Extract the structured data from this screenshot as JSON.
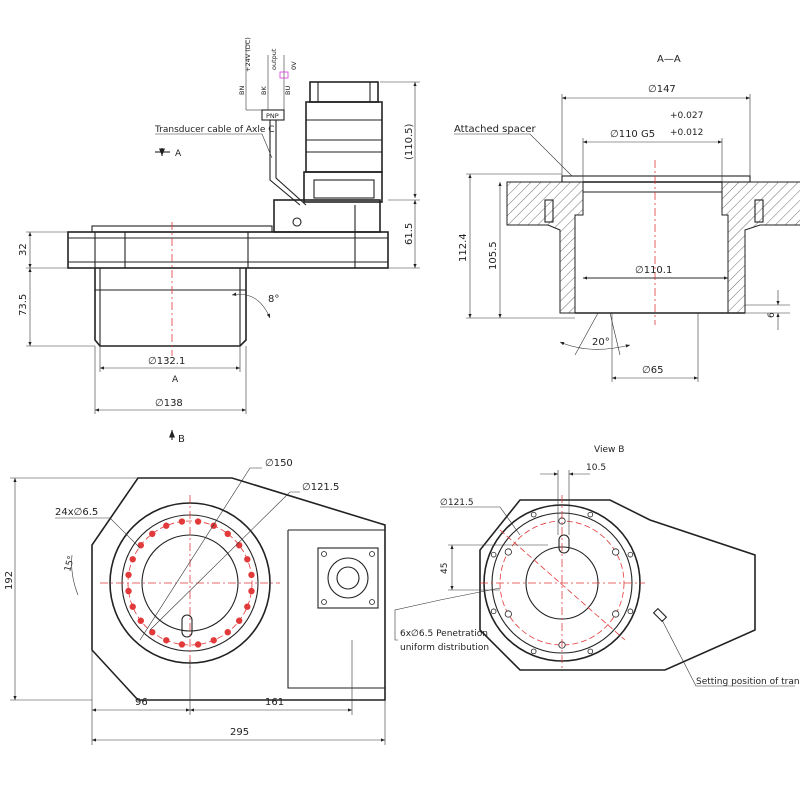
{
  "side_view": {
    "cable_label": "Transducer cable of Axle C",
    "section_mark_top": "A",
    "section_mark_bottom": "A",
    "wire_voltage": "+24V (DC)",
    "wire_output": "output",
    "wire_0v": "0V",
    "wire_bn": "BN",
    "wire_bk": "BK",
    "wire_bu": "BU",
    "pnp": "PNP",
    "dim_110_5": "(110.5)",
    "dim_61_5": "61.5",
    "dim_32": "32",
    "dim_73_5": "73.5",
    "dim_132_1": "∅132.1",
    "dim_138": "∅138",
    "angle_8": "8°"
  },
  "section_view": {
    "title": "A—A",
    "attached_spacer": "Attached spacer",
    "dim_147": "∅147",
    "dim_110_g5": "∅110 G5",
    "tol_upper": "+0.027",
    "tol_lower": "+0.012",
    "dim_112_4": "112.4",
    "dim_105_5": "105.5",
    "dim_110_1": "∅110.1",
    "dim_6": "6",
    "angle_20": "20°",
    "dim_65": "∅65"
  },
  "plan_view": {
    "view_arrow": "B",
    "dim_150": "∅150",
    "dim_121_5": "∅121.5",
    "holes": "24x∅6.5",
    "angle_15": "15°",
    "dim_192": "192",
    "dim_96": "96",
    "dim_161": "161",
    "dim_295": "295"
  },
  "view_b": {
    "title": "View B",
    "dim_10_5": "10.5",
    "dim_121_5": "∅121.5",
    "dim_45": "45",
    "holes_line1": "6x∅6.5 Penetration",
    "holes_line2": "uniform distribution",
    "transducer_note": "Setting position of transducer"
  }
}
